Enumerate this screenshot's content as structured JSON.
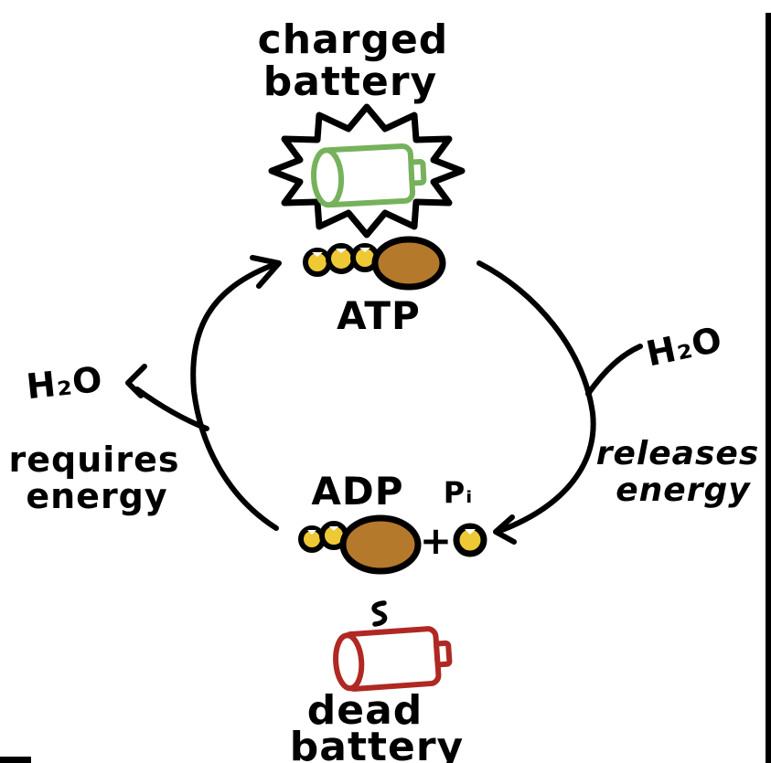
{
  "figure": {
    "description": "Hand-drawn ATP / ADP energy cycle diagram",
    "top_label": {
      "line1": "charged",
      "line2": "battery"
    },
    "bottom_label": {
      "line1": "dead",
      "line2": "battery"
    },
    "molecules": {
      "atp": "ATP",
      "adp": "ADP",
      "phosphate": "Pᵢ",
      "plus": "+"
    },
    "water_left": "H₂O",
    "water_right": "H₂O",
    "process_left": {
      "line1": "requires",
      "line2": "energy"
    },
    "process_right": {
      "line1": "releases",
      "line2": "energy"
    },
    "icons": {
      "charged_battery": "green full battery inside starburst",
      "dead_battery": "red empty battery",
      "burst": "starburst-bubble",
      "squiggle": "fading-energy-squiggle"
    },
    "colors": {
      "ink": "#000000",
      "charged_battery": "#76b25c",
      "dead_battery": "#b02823",
      "adenosine": "#b5792b",
      "phosphate": "#eec935",
      "background": "#ffffff"
    }
  }
}
